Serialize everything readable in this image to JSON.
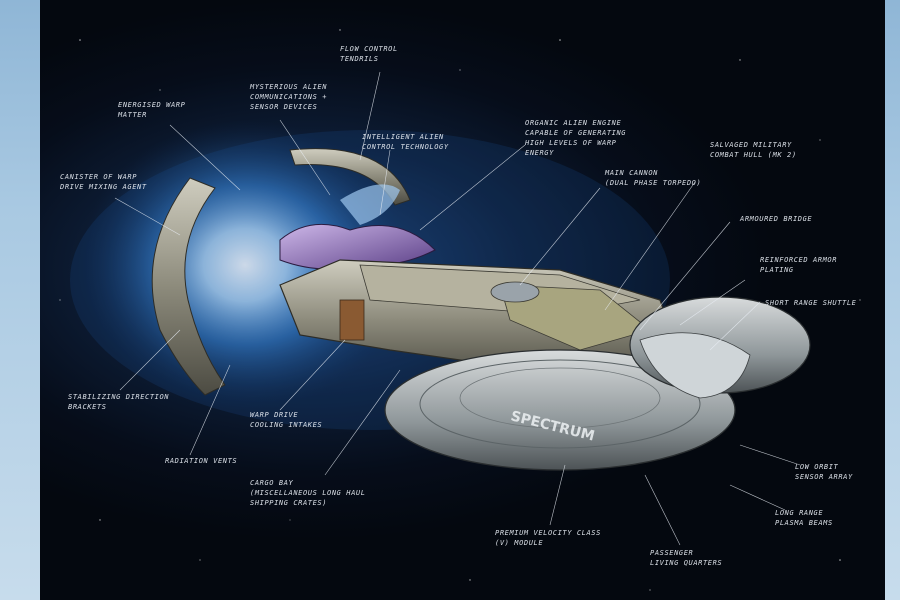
{
  "ship": {
    "hull_text": "SPECTRUM"
  },
  "labels": [
    {
      "id": "flow-control-tendrils",
      "text": "Flow control\ntendrils"
    },
    {
      "id": "mysterious-alien-comm",
      "text": "Mysterious alien\ncommunications +\nsensor devices"
    },
    {
      "id": "energised-warp-matter",
      "text": "Energised warp\nmatter"
    },
    {
      "id": "intelligent-alien-control",
      "text": "Intelligent alien\ncontrol technology"
    },
    {
      "id": "organic-alien-engine",
      "text": "Organic alien engine\ncapable of generating\nhigh levels of warp\nenergy"
    },
    {
      "id": "salvaged-military-hull",
      "text": "Salvaged military\ncombat hull (mk 2)"
    },
    {
      "id": "canister-warp-drive",
      "text": "Canister of warp\ndrive mixing agent"
    },
    {
      "id": "main-cannon",
      "text": "Main cannon\n(dual phase torpedo)"
    },
    {
      "id": "armoured-bridge",
      "text": "Armoured bridge"
    },
    {
      "id": "reinforced-armor",
      "text": "Reinforced armor\nplating"
    },
    {
      "id": "short-range-shuttle",
      "text": "Short range shuttle"
    },
    {
      "id": "stabilizing-direction",
      "text": "Stabilizing direction\nbrackets"
    },
    {
      "id": "warp-drive-cooling",
      "text": "Warp drive\ncooling intakes"
    },
    {
      "id": "radiation-vents",
      "text": "Radiation vents"
    },
    {
      "id": "cargo-bay",
      "text": "Cargo bay\n(miscellaneous long haul\nshipping crates)"
    },
    {
      "id": "low-orbit-sensor",
      "text": "Low orbit\nsensor array"
    },
    {
      "id": "long-range-plasma",
      "text": "Long range\nplasma beams"
    },
    {
      "id": "premium-velocity",
      "text": "Premium velocity class\n(v) module"
    },
    {
      "id": "passenger-quarters",
      "text": "Passenger\nliving quarters"
    }
  ]
}
